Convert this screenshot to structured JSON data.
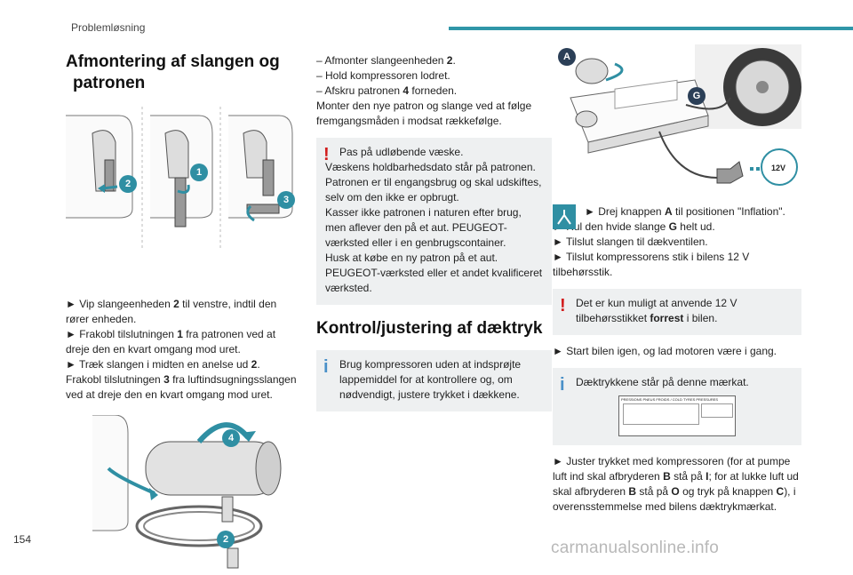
{
  "header": {
    "section": "Problemløsning",
    "accent": "#2f96a8"
  },
  "page_number": "154",
  "watermark": "carmanualsonline.info",
  "col1": {
    "title_line1": "Afmontering af slangen og",
    "title_line2": "patronen",
    "fig1_badges": [
      "2",
      "1",
      "3"
    ],
    "steps": [
      {
        "pre": "► Vip slangeenheden ",
        "b": "2",
        "post": " til venstre, indtil den rører enheden."
      },
      {
        "pre": "► Frakobl tilslutningen ",
        "b": "1",
        "post": " fra patronen ved at dreje den en kvart omgang mod uret."
      },
      {
        "pre": "► Træk slangen i midten en anelse ud ",
        "b": "2",
        "post": "."
      },
      {
        "pre": "Frakobl tilslutningen ",
        "b": "3",
        "post": " fra luftindsugningsslangen ved at dreje den en kvart omgang mod uret."
      }
    ],
    "fig2_badges": [
      "4",
      "2"
    ]
  },
  "col2": {
    "lines": [
      {
        "pre": "– Afmonter slangeenheden ",
        "b": "2",
        "post": "."
      },
      {
        "pre": "– Hold kompressoren lodret.",
        "b": "",
        "post": ""
      },
      {
        "pre": "– Afskru patronen ",
        "b": "4",
        "post": " forneden."
      },
      {
        "pre": "Monter den nye patron og slange ved at følge fremgangsmåden i modsat rækkefølge.",
        "b": "",
        "post": ""
      }
    ],
    "warning_mark": "!",
    "warning_paragraphs": [
      "Pas på udløbende væske.",
      "Væskens holdbarhedsdato står på patronen.",
      "Patronen er til engangsbrug og skal udskiftes, selv om den ikke er opbrugt.",
      "Kasser ikke patronen i naturen efter brug, men aflever den på et aut. PEUGEOT-værksted eller i en genbrugscontainer.",
      "Husk at købe en ny patron på et aut. PEUGEOT-værksted eller et andet kvalificeret værksted."
    ],
    "section_title": "Kontrol/justering af dæktryk",
    "info_mark": "i",
    "info_text": "Brug kompressoren uden at indsprøjte lappemiddel for at kontrollere og, om nødvendigt, justere trykket i dækkene."
  },
  "col3": {
    "fig_badges": [
      "A",
      "G"
    ],
    "fig_label_12v": "12V",
    "steps": [
      {
        "pre": "► Drej knappen ",
        "b": "A",
        "post": " til positionen \"Inflation\"."
      },
      {
        "pre": "► Rul den hvide slange ",
        "b": "G",
        "post": " helt ud."
      },
      {
        "pre": "► Tilslut slangen til dækventilen.",
        "b": "",
        "post": ""
      },
      {
        "pre": "► Tilslut kompressorens stik i bilens 12 V tilbehørsstik.",
        "b": "",
        "post": ""
      }
    ],
    "warning_mark": "!",
    "warning_pre": "Det er kun muligt at anvende 12 V tilbehørsstikket ",
    "warning_b": "forrest",
    "warning_post": " i bilen.",
    "step_start": "► Start bilen igen, og lad motoren være i gang.",
    "info_mark": "i",
    "info_text": "Dæktrykkene står på denne mærkat.",
    "label_header": "PRESSIONS PNEUS FROIDS / COLD TYRES PRESSURES",
    "final_parts": [
      {
        "t": "► Juster trykket med kompressoren (for at pumpe luft ind skal afbryderen ",
        "b": false
      },
      {
        "t": "B",
        "b": true
      },
      {
        "t": " stå på ",
        "b": false
      },
      {
        "t": "I",
        "b": true
      },
      {
        "t": "; for at lukke luft ud skal afbryderen ",
        "b": false
      },
      {
        "t": "B",
        "b": true
      },
      {
        "t": " stå på ",
        "b": false
      },
      {
        "t": "O",
        "b": true
      },
      {
        "t": " og tryk på knappen ",
        "b": false
      },
      {
        "t": "C",
        "b": true
      },
      {
        "t": "), i overensstemmelse med bilens dæktrykmærkat.",
        "b": false
      }
    ]
  },
  "colors": {
    "warning": "#d21d1d",
    "info": "#4a90c8",
    "box_bg": "#eef0f1",
    "badge": "#2f8fa3"
  }
}
